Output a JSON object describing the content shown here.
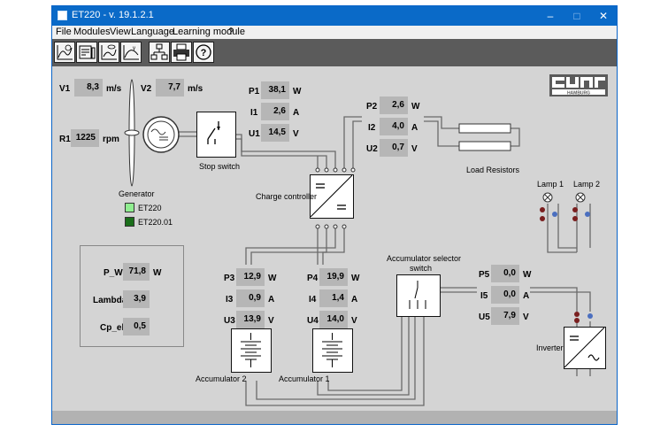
{
  "window": {
    "title": "ET220 - v. 19.1.2.1",
    "controls": {
      "minimize": "–",
      "maximize": "□",
      "close": "✕"
    }
  },
  "menu": [
    "File",
    "Modules",
    "View",
    "Language",
    "Learning module",
    "?"
  ],
  "toolbar_icons": [
    "time-chart-icon",
    "meter-icon",
    "scope-icon",
    "curve-chart-icon",
    "network-icon",
    "printer-icon",
    "help-icon"
  ],
  "logo": {
    "brand": "gunt",
    "sub": "HAMBURG"
  },
  "generator": {
    "V1": {
      "label": "V1",
      "value": "8,3",
      "unit": "m/s"
    },
    "V2": {
      "label": "V2",
      "value": "7,7",
      "unit": "m/s"
    },
    "R1": {
      "label": "R1",
      "value": "1225",
      "unit": "rpm"
    },
    "caption": "Generator",
    "legend": [
      {
        "label": "ET220",
        "color": "#90ee90"
      },
      {
        "label": "ET220.01",
        "color": "#1a6e1a"
      }
    ]
  },
  "stop_switch": {
    "caption": "Stop switch"
  },
  "p1_group": [
    {
      "label": "P1",
      "value": "38,1",
      "unit": "W"
    },
    {
      "label": "I1",
      "value": "2,6",
      "unit": "A"
    },
    {
      "label": "U1",
      "value": "14,5",
      "unit": "V"
    }
  ],
  "p2_group": [
    {
      "label": "P2",
      "value": "2,6",
      "unit": "W"
    },
    {
      "label": "I2",
      "value": "4,0",
      "unit": "A"
    },
    {
      "label": "U2",
      "value": "0,7",
      "unit": "V"
    }
  ],
  "load_resistors": {
    "caption": "Load Resistors"
  },
  "charge_controller": {
    "caption": "Charge controller"
  },
  "summary": [
    {
      "label": "P_W",
      "value": "71,8",
      "unit": "W"
    },
    {
      "label": "Lambda",
      "value": "3,9",
      "unit": ""
    },
    {
      "label": "Cp_el",
      "value": "0,5",
      "unit": ""
    }
  ],
  "p3_group": [
    {
      "label": "P3",
      "value": "12,9",
      "unit": "W"
    },
    {
      "label": "I3",
      "value": "0,9",
      "unit": "A"
    },
    {
      "label": "U3",
      "value": "13,9",
      "unit": "V"
    }
  ],
  "p4_group": [
    {
      "label": "P4",
      "value": "19,9",
      "unit": "W"
    },
    {
      "label": "I4",
      "value": "1,4",
      "unit": "A"
    },
    {
      "label": "U4",
      "value": "14,0",
      "unit": "V"
    }
  ],
  "accumulators": {
    "acc2": "Accumulator 2",
    "acc1": "Accumulator 1"
  },
  "selector": {
    "caption_line1": "Accumulator selector",
    "caption_line2": "switch"
  },
  "p5_group": [
    {
      "label": "P5",
      "value": "0,0",
      "unit": "W"
    },
    {
      "label": "I5",
      "value": "0,0",
      "unit": "A"
    },
    {
      "label": "U5",
      "value": "7,9",
      "unit": "V"
    }
  ],
  "lamps": {
    "lamp1": "Lamp 1",
    "lamp2": "Lamp 2"
  },
  "inverter": {
    "caption": "Inverter"
  }
}
